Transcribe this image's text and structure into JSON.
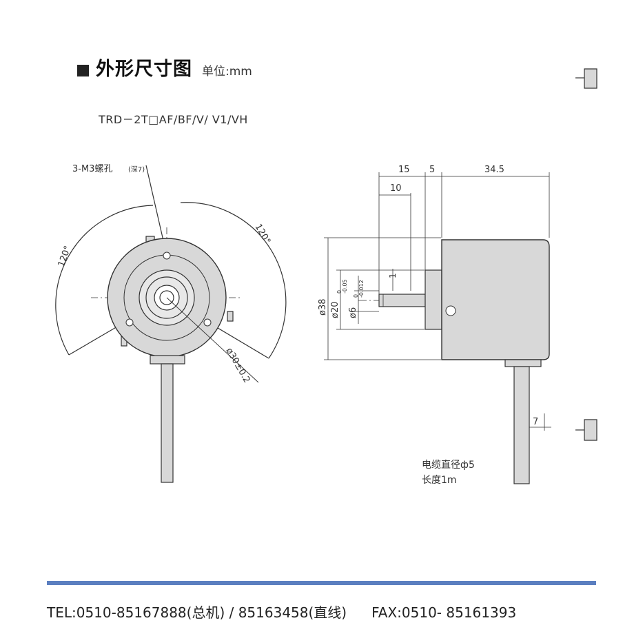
{
  "header": {
    "title": "外形尺寸图",
    "unit": "单位:mm",
    "model": "TRD－2T□AF/BF/V/ V1/VH"
  },
  "front_view": {
    "screw_label": "3-M3螺孔",
    "screw_depth": "(深7)",
    "angle_left": "120°",
    "angle_right": "120°",
    "pcd_label": "ø30±0.2"
  },
  "side_view": {
    "dim_15": "15",
    "dim_5": "5",
    "dim_34_5": "34.5",
    "dim_10": "10",
    "dim_1": "1",
    "dim_7": "7",
    "dia_38": "ø38",
    "dia_20": "ø20",
    "dia_20_tol_upper": "0",
    "dia_20_tol_lower": "-0.05",
    "dia_6": "ø6",
    "dia_6_tol_upper": "0",
    "dia_6_tol_lower": "-0.012",
    "cable_note_1": "电缆直径ф5",
    "cable_note_2": "长度1m"
  },
  "footer": {
    "tel": "TEL:0510-85167888(总机) / 85163458(直线)",
    "fax": "FAX:0510- 85161393"
  },
  "colors": {
    "body_fill": "#d8d8d8",
    "line": "#333333",
    "accent_line": "#5b7fc0"
  }
}
